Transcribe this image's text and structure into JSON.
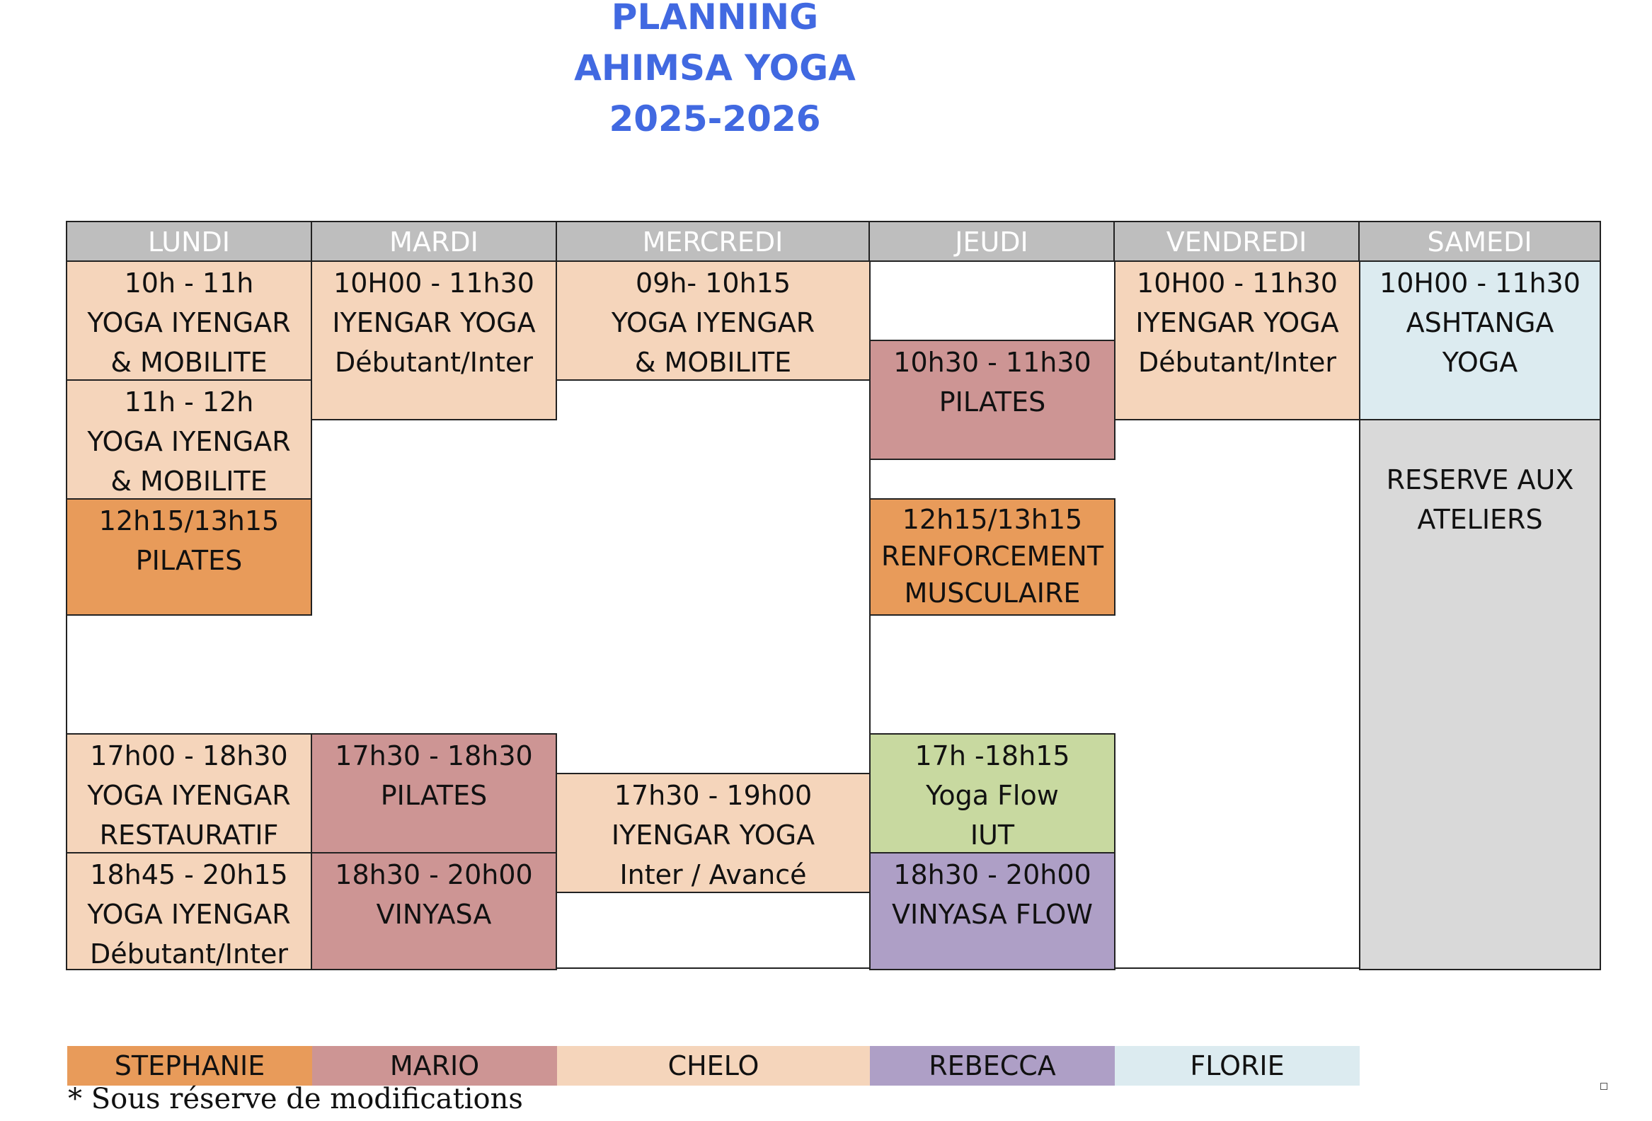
{
  "title": {
    "line1": "PLANNING",
    "line2": "AHIMSA YOGA",
    "line3": "2025-2026"
  },
  "colors": {
    "stephanie": "#e89b5a",
    "mario": "#cd9594",
    "chelo": "#f5d5bb",
    "rebecca": "#ae9fc6",
    "florie": "#dcebf0",
    "green": "#c8d9a0",
    "reserved": "#d9d9d9",
    "header": "#bebebe"
  },
  "days": [
    "LUNDI",
    "MARDI",
    "MERCREDI",
    "JEUDI",
    "VENDREDI",
    "SAMEDI"
  ],
  "classes": {
    "lun1": [
      "10h - 11h",
      "YOGA IYENGAR",
      "& MOBILITE"
    ],
    "lun2": [
      "11h - 12h",
      "YOGA IYENGAR",
      "& MOBILITE"
    ],
    "lun3": [
      "12h15/13h15",
      "PILATES"
    ],
    "lun4": [
      "17h00 - 18h30",
      "YOGA IYENGAR",
      "RESTAURATIF"
    ],
    "lun5": [
      "18h45 - 20h15",
      "YOGA IYENGAR",
      "Débutant/Inter"
    ],
    "mar1": [
      "10H00 - 11h30",
      "IYENGAR YOGA",
      "Débutant/Inter"
    ],
    "mar2": [
      "17h30 - 18h30",
      "PILATES"
    ],
    "mar3": [
      "18h30 - 20h00",
      "VINYASA"
    ],
    "mer1": [
      "09h- 10h15",
      "YOGA IYENGAR",
      "& MOBILITE"
    ],
    "mer2": [
      "17h30 - 19h00",
      "IYENGAR YOGA",
      "Inter / Avancé"
    ],
    "jeu1": [
      "10h30 - 11h30",
      "PILATES"
    ],
    "jeu2": [
      "12h15/13h15",
      "RENFORCEMENT",
      "MUSCULAIRE"
    ],
    "jeu3": [
      "17h -18h15",
      "Yoga Flow",
      "IUT"
    ],
    "jeu4": [
      "18h30 - 20h00",
      "VINYASA FLOW"
    ],
    "ven1": [
      "10H00 - 11h30",
      "IYENGAR YOGA",
      "Débutant/Inter"
    ],
    "sam1": [
      "10H00 - 11h30",
      "ASHTANGA",
      "YOGA"
    ],
    "sam2": [
      "RESERVE AUX",
      "ATELIERS"
    ]
  },
  "legend": [
    "STEPHANIE",
    "MARIO",
    "CHELO",
    "REBECCA",
    "FLORIE"
  ],
  "footnote": "* Sous réserve de modifications"
}
